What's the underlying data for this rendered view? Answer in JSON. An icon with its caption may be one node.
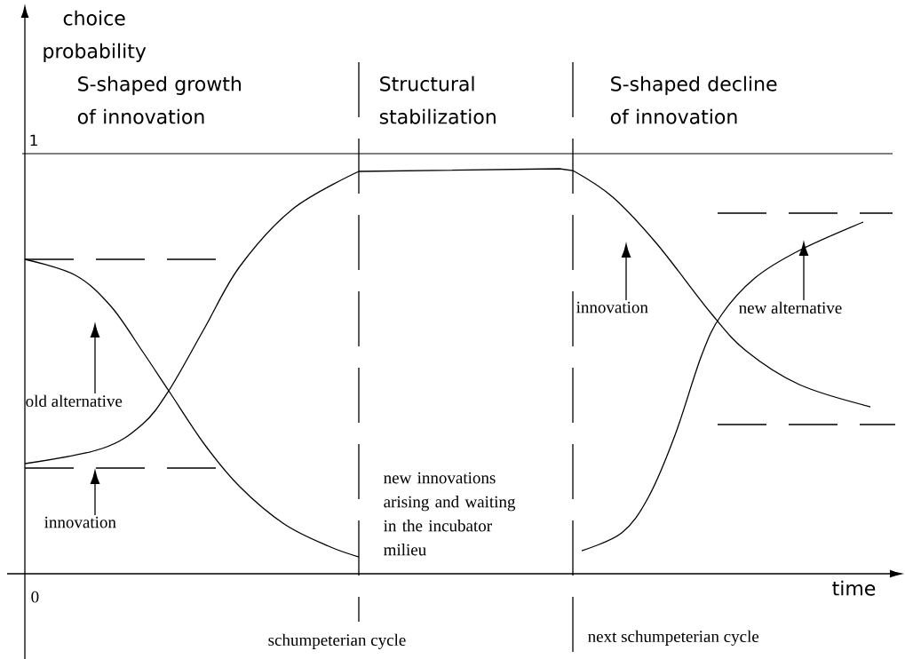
{
  "diagram": {
    "nodes": [
      {
        "text": [
          "old alternative"
        ]
      },
      {
        "text": [
          "innovation"
        ]
      },
      {
        "text": [
          "innovation"
        ]
      },
      {
        "text": [
          "new alternative"
        ]
      }
    ],
    "edges": [
      {
        "from": 0,
        "to": null,
        "arrow": "to"
      },
      {
        "from": 1,
        "to": null,
        "arrow": "to"
      },
      {
        "from": 2,
        "to": null,
        "arrow": "to"
      },
      {
        "from": 3,
        "to": null,
        "arrow": "to"
      }
    ],
    "labels": [
      "choice probability",
      "S-shaped growth of innovation",
      "Structural stabilization",
      "S-shaped decline of innovation",
      "1",
      "new innovations arising and waiting in the incubator milieu",
      "0",
      "time",
      "schumpeterian cycle",
      "next schumpeterian cycle"
    ]
  }
}
